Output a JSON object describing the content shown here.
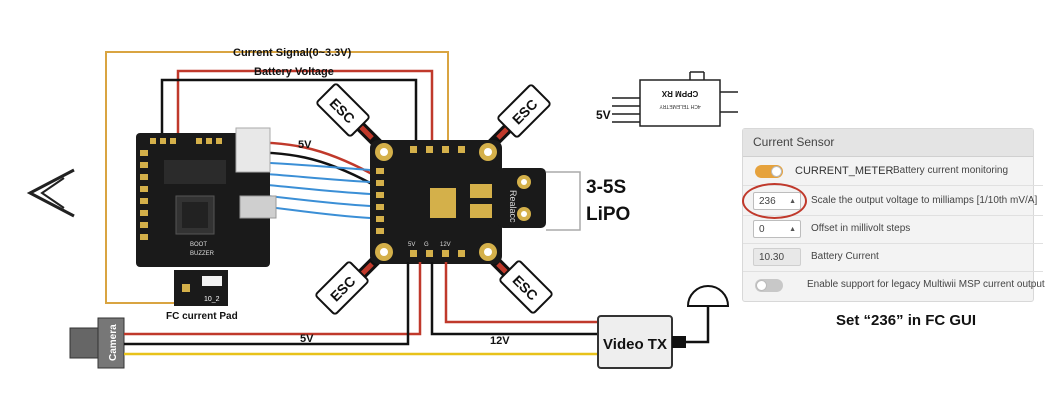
{
  "labels": {
    "current_signal": "Current Signal(0~3.3V)",
    "battery_voltage": "Battery Voltage",
    "v5_top": "5V",
    "esc": "ESC",
    "battery_line1": "3-5S",
    "battery_line2": "LiPO",
    "receiver_voltage": "5V",
    "receiver_text": "CPPM RX",
    "receiver_small": "4CH TELEMETRY",
    "fc_pad": "FC current Pad",
    "pad_label": "10_2",
    "camera": "Camera",
    "v5_bottom": "5V",
    "v12": "12V",
    "video_tx": "Video TX",
    "buzzer": "BUZZER",
    "boot": "BOOT",
    "pdb_brand": "Realacc",
    "pdb_12v": "12V",
    "pdb_5v": "5V",
    "pdb_g": "G"
  },
  "panel": {
    "title": "Current Sensor",
    "current_meter_label": "CURRENT_METER",
    "current_meter_desc": "Battery current monitoring",
    "scale_value": "236",
    "scale_desc": "Scale the output voltage to milliamps [1/10th mV/A]",
    "offset_value": "0",
    "offset_desc": "Offset in millivolt steps",
    "battery_current_value": "10.30",
    "battery_current_label": "Battery Current",
    "legacy_desc": "Enable support for legacy Multiwii MSP current output"
  },
  "caption": "Set “236” in FC GUI",
  "colors": {
    "signal": "#d9a441",
    "battery_wire": "#c0392b",
    "ground_wire": "#111111",
    "signal_blue": "#3b8fd6",
    "video_yellow": "#e8c21a",
    "board": "#1a1a1a",
    "pad_gold": "#d4b04a",
    "toggle_on": "#e6a23c",
    "toggle_off": "#c8c8c8",
    "highlight": "#c0392b"
  }
}
